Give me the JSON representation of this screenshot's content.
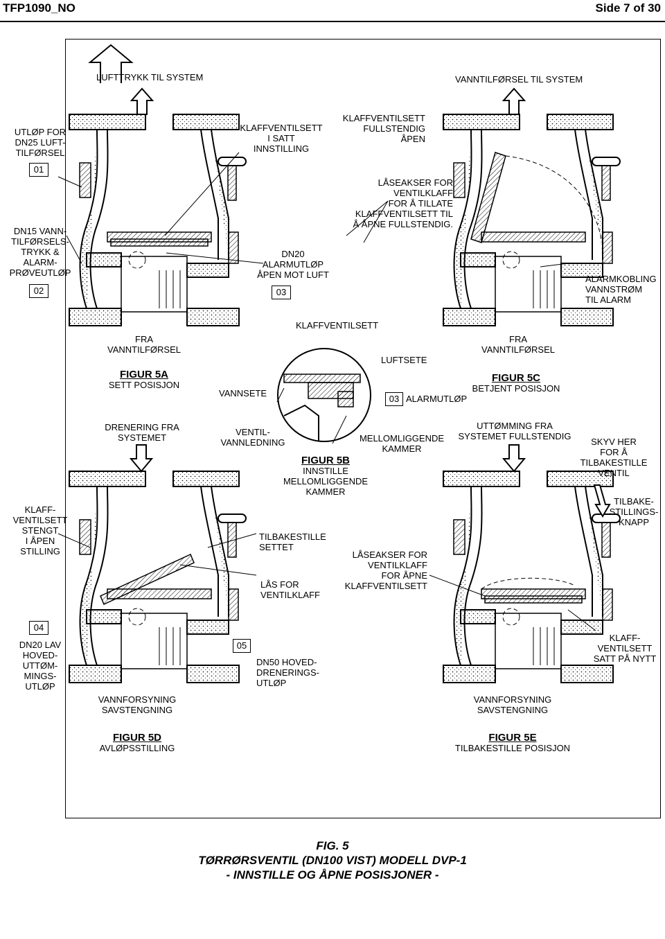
{
  "header": {
    "doc_id": "TFP1090_NO",
    "page": "Side 7 of 30"
  },
  "labels": {
    "lufttrykk": "LUFTTRYKK TIL SYSTEM",
    "vanntilforsel_system": "VANNTILFØRSEL TIL SYSTEM",
    "utlop_dn25": "UTLØP FOR\nDN25 LUFT-\nTILFØRSEL",
    "dn15": "DN15 VANN-\nTILFØRSELS-\nTRYKK &\nALARM-\nPRØVEUTLØP",
    "klaffventilsett_satt": "KLAFFVENTILSETT\nI SATT\nINNSTILLING",
    "dn20_alarm": "DN20\nALARMUTLØP\nÅPEN MOT LUFT",
    "klaff_full_apen": "KLAFFVENTILSETT\nFULLSTENDIG\nÅPEN",
    "laseakser_tillate": "LÅSEAKSER FOR\nVENTILKLAFF\nFOR Å TILLATE\nKLAFFVENTILSETT TIL\nÅ ÅPNE FULLSTENDIG.",
    "alarmkobling": "ALARMKOBLING\nVANNSTRØM\nTIL ALARM",
    "fra_vann_a": "FRA\nVANNTILFØRSEL",
    "fra_vann_c": "FRA\nVANNTILFØRSEL",
    "klaffventilsett": "KLAFFVENTILSETT",
    "luftsete": "LUFTSETE",
    "vannsete": "VANNSETE",
    "alarmutlop": "ALARMUTLØP",
    "drenering": "DRENERING FRA\nSYSTEMET",
    "ventilvann": "VENTIL-\nVANNLEDNING",
    "mellomliggende": "MELLOMLIGGENDE\nKAMMER",
    "uttomming": "UTTØMMING FRA\nSYSTEMET FULLSTENDIG",
    "skyv_her": "SKYV HER\nFOR Å\nTILBAKESTILLE\nVENTIL",
    "tilbakestillingsknapp": "TILBAKE-\nSTILLINGS-\nKNAPP",
    "klaff_stengt": "KLAFF-\nVENTILSETT\nSTENGT\nI ÅPEN\nSTILLING",
    "tilbakestille_settet": "TILBAKESTILLE\nSETTET",
    "las_for": "LÅS FOR\nVENTILKLAFF",
    "laseakser_apne": "LÅSEAKSER FOR\nVENTILKLAFF\nFOR ÅPNE\nKLAFFVENTILSETT",
    "dn20_lav": "DN20 LAV\nHOVED-\nUTTØM-\nMINGS-\nUTLØP",
    "dn50": "DN50 HOVED-\nDRENERINGS-\nUTLØP",
    "klaff_satt_nytt": "KLAFF-\nVENTILSETT\nSATT PÅ NYTT",
    "vannforsyning_d": "VANNFORSYNING\nSAVSTENGNING",
    "vannforsyning_e": "VANNFORSYNING\nSAVSTENGNING"
  },
  "callouts": [
    "01",
    "02",
    "03",
    "03",
    "04",
    "05"
  ],
  "figures": {
    "a": {
      "title": "FIGUR 5A",
      "subtitle": "SETT POSISJON"
    },
    "b": {
      "title": "FIGUR 5B",
      "subtitle": "INNSTILLE\nMELLOMLIGGENDE\nKAMMER"
    },
    "c": {
      "title": "FIGUR 5C",
      "subtitle": "BETJENT POSISJON"
    },
    "d": {
      "title": "FIGUR 5D",
      "subtitle": "AVLØPSSTILLING"
    },
    "e": {
      "title": "FIGUR 5E",
      "subtitle": "TILBAKESTILLE POSISJON"
    }
  },
  "caption": {
    "line1": "FIG. 5",
    "line2": "TØRRØRSVENTIL (DN100 VIST) MODELL DVP-1",
    "line3": "- INNSTILLE OG ÅPNE POSISJONER -"
  }
}
